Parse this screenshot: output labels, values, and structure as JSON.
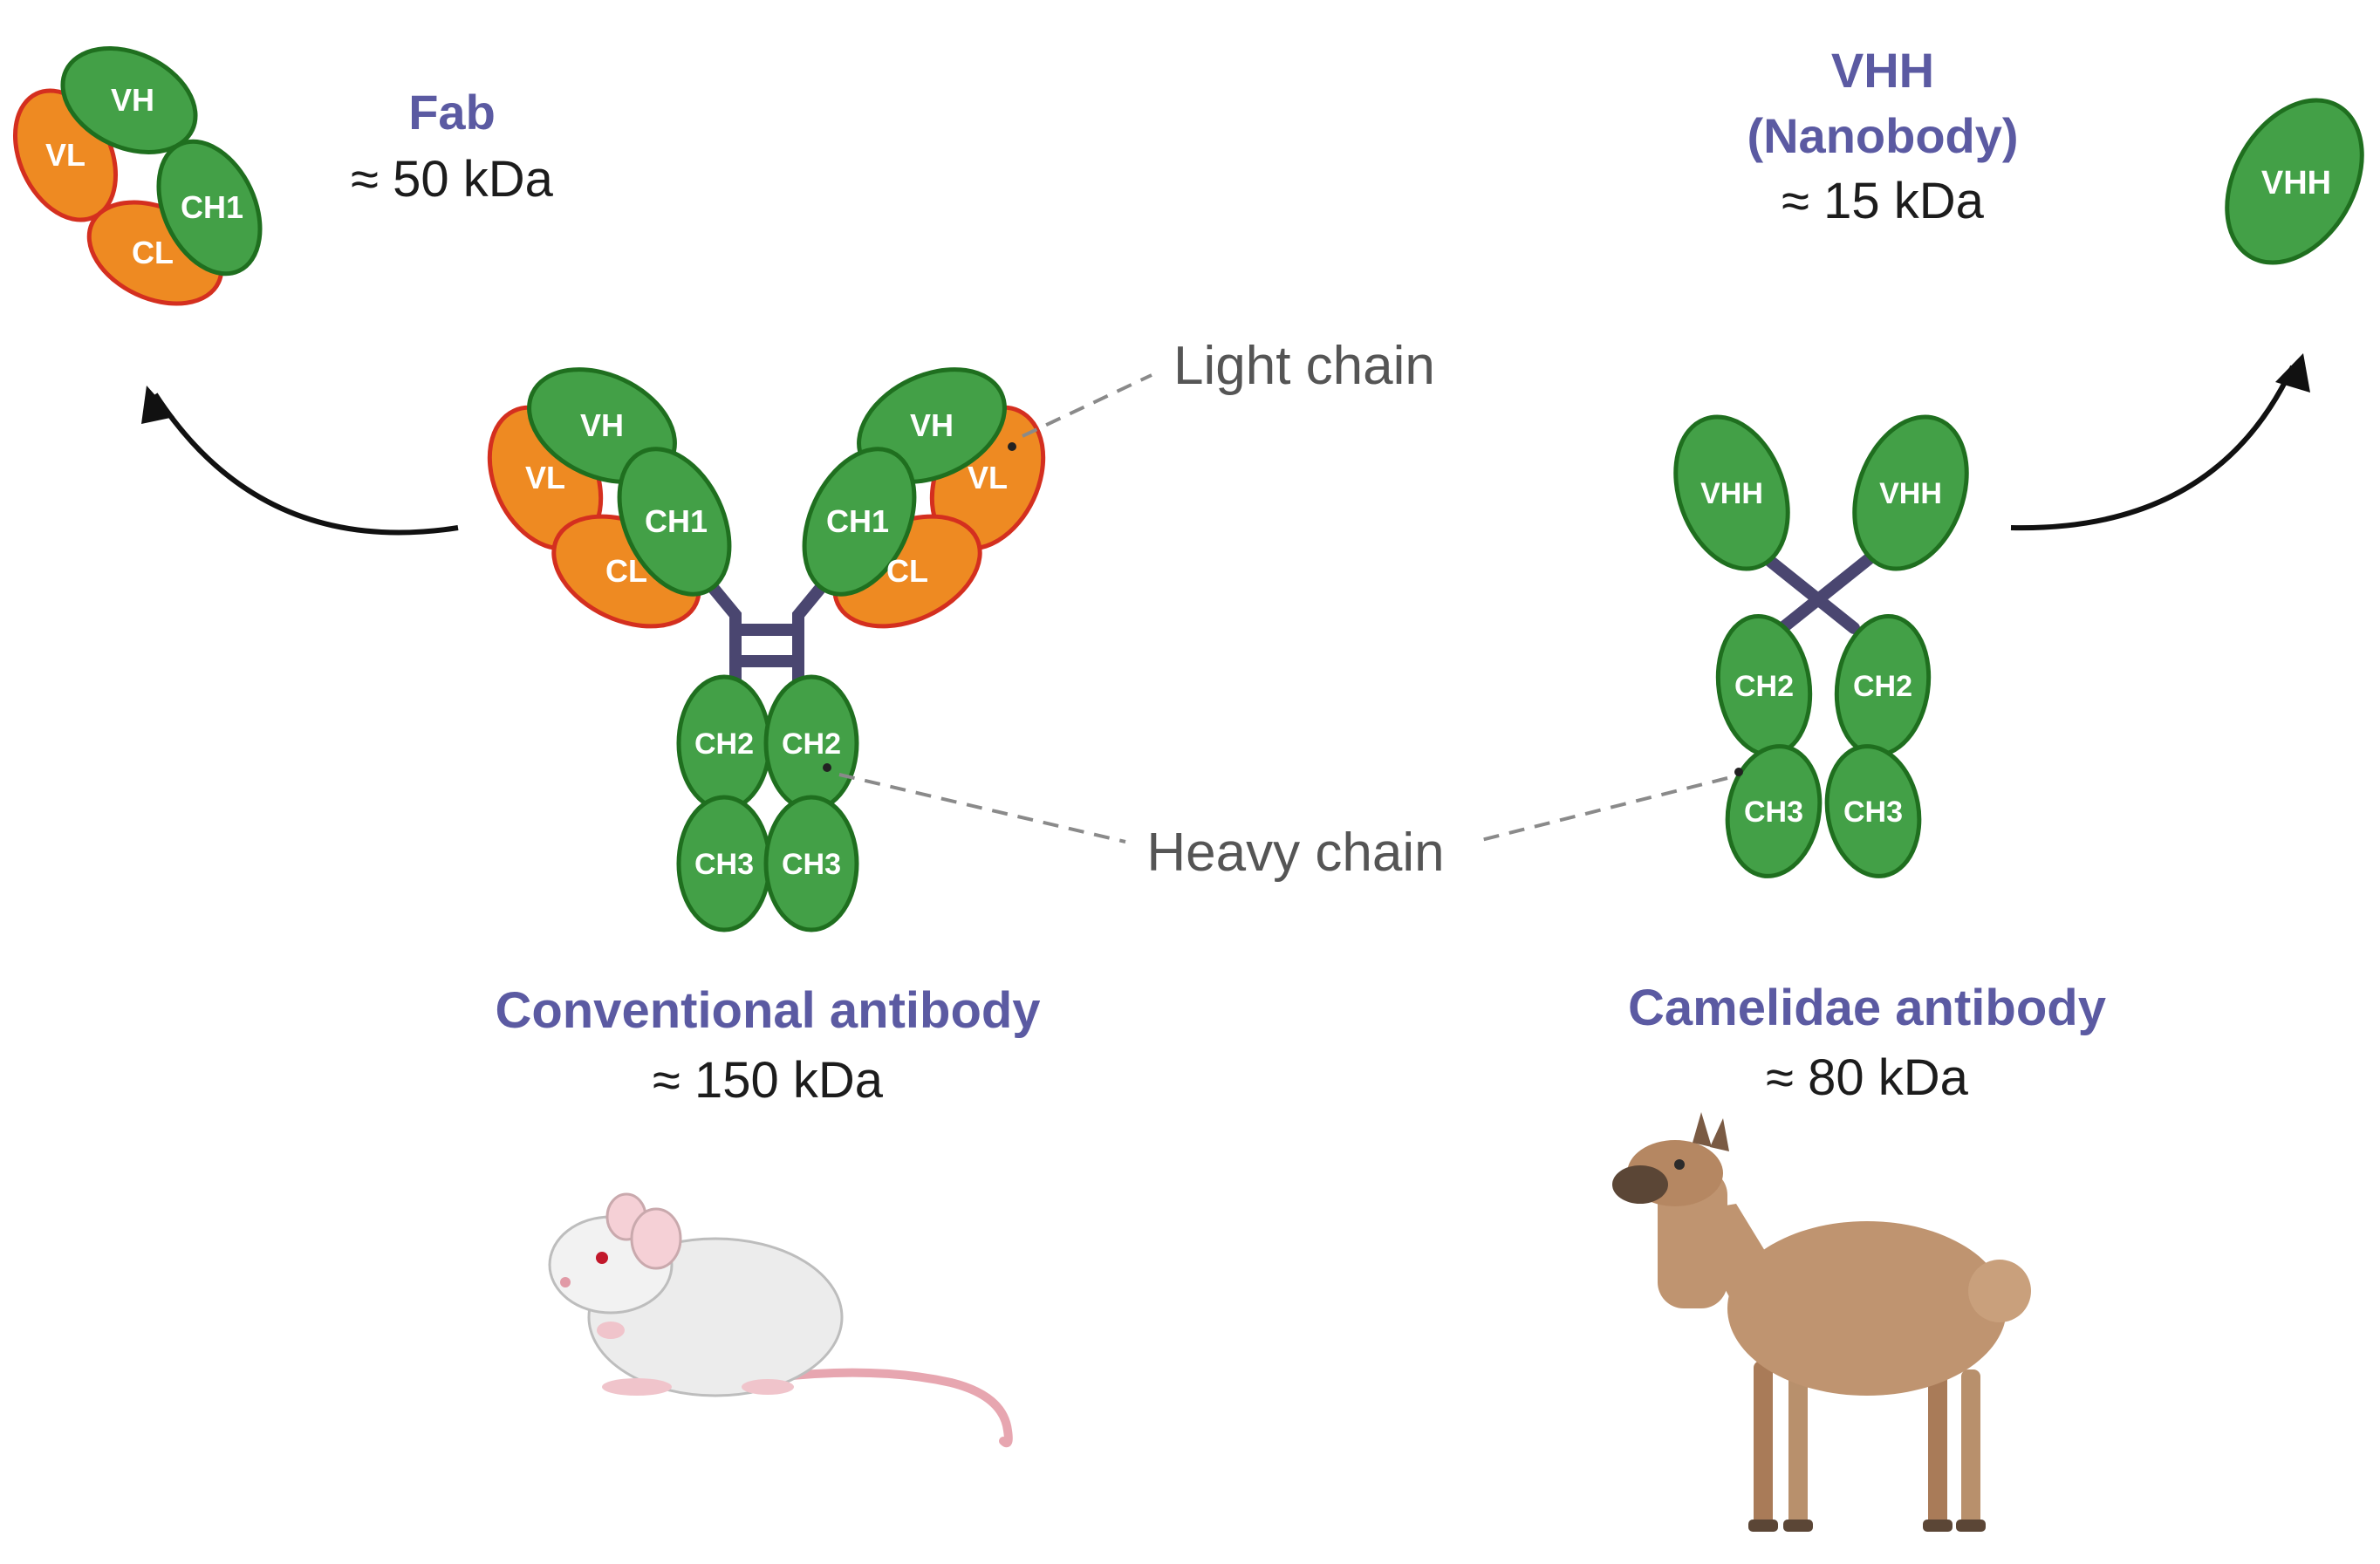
{
  "fab": {
    "title": "Fab",
    "mass": "≈ 50 kDa"
  },
  "vhh": {
    "title_line1": "VHH",
    "title_line2": "(Nanobody)",
    "mass": "≈ 15 kDa"
  },
  "conventional": {
    "title": "Conventional antibody",
    "mass": "≈ 150 kDa"
  },
  "camelidae": {
    "title": "Camelidae antibody",
    "mass": "≈ 80 kDa"
  },
  "callouts": {
    "light_chain": "Light chain",
    "heavy_chain": "Heavy chain"
  },
  "domains": {
    "vh": "VH",
    "vl": "VL",
    "ch1": "CH1",
    "cl": "CL",
    "ch2": "CH2",
    "ch3": "CH3",
    "vhh": "VHH"
  },
  "colors": {
    "heavy_chain_fill": "#43a047",
    "light_chain_fill": "#ee8a22",
    "light_chain_outline": "#d42f1f",
    "title_color": "#5b5aa2",
    "hinge_color": "#4a4670"
  },
  "icons": {
    "mouse": "mouse-icon",
    "llama": "llama-icon"
  }
}
